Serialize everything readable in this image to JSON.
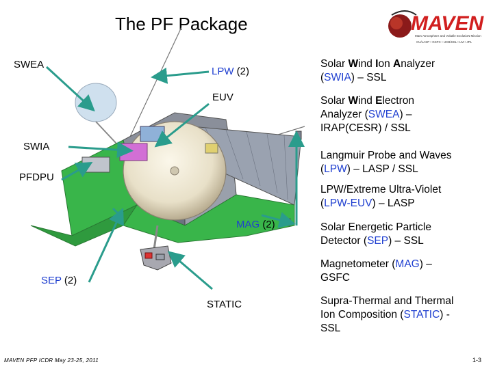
{
  "title": "The PF Package",
  "logo": {
    "wordmark": "MAVEN",
    "tagline": "Mars Atmosphere and Volatile EvolutioN Mission",
    "partners": "CU/LASP • GSFC • UCB/SSL • LM • JPL"
  },
  "callouts": {
    "swea": "SWEA",
    "swia": "SWIA",
    "pfdpu": "PFDPU",
    "lpw": {
      "text": "LPW",
      "count": " (2)"
    },
    "euv": "EUV",
    "mag": {
      "text": "MAG",
      "count": " (2)"
    },
    "sep": {
      "text": "SEP",
      "count": " (2)"
    },
    "static": "STATIC"
  },
  "instruments": [
    {
      "l1a": "Solar ",
      "l1b": "W",
      "l1c": "ind ",
      "l1d": "I",
      "l1e": "on ",
      "l1f": "A",
      "l1g": "nalyzer",
      "abbr": "SWIA",
      "rest": " – SSL"
    },
    {
      "l1a": "Solar ",
      "l1b": "W",
      "l1c": "ind ",
      "l1d": "E",
      "l1e": "lectron",
      "l2": "Analyzer (",
      "abbr": "SWEA",
      "rest": ") –",
      "l3": "IRAP(CESR) / SSL"
    },
    {
      "l1": "Langmuir Probe and Waves",
      "abbr": "LPW",
      "rest": ") – LASP / SSL"
    },
    {
      "l1": "LPW/Extreme Ultra-Violet",
      "abbr": "LPW-EUV",
      "rest": ") – LASP"
    },
    {
      "l1": "Solar Energetic Particle",
      "l2": "Detector (",
      "abbr": "SEP",
      "rest": ") – SSL"
    },
    {
      "l1": "Magnetometer (",
      "abbr": "MAG",
      "rest": ") –",
      "l2": "GSFC"
    },
    {
      "l1": "Supra-Thermal and Thermal",
      "l2a": "Ion Composition (",
      "abbr": "STATIC",
      "rest": ") -",
      "l3": "SSL"
    }
  ],
  "footer": {
    "left": "MAVEN PFP ICDR May 23-25, 2011",
    "right": "1-3"
  },
  "colors": {
    "arrow": "#2a9c8c",
    "instrument_abbr": "#1f3fd0",
    "panel": "#39b54a",
    "logo_red": "#d11f1f"
  }
}
